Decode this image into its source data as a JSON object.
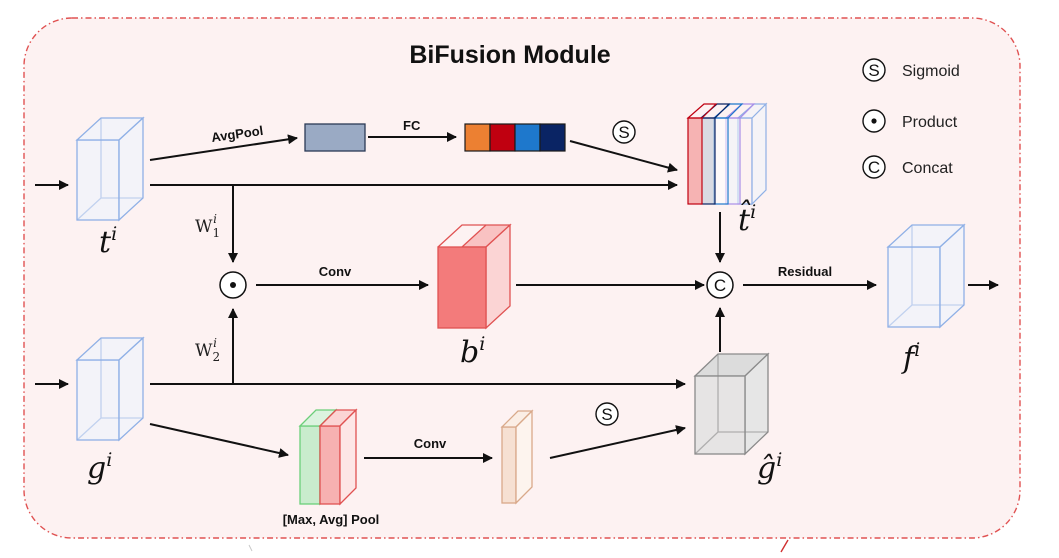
{
  "title": "BiFusion Module",
  "legend": [
    {
      "symbol": "S",
      "label": "Sigmoid",
      "icon": "sigmoid-icon"
    },
    {
      "symbol": "•",
      "label": "Product",
      "icon": "product-icon"
    },
    {
      "symbol": "C",
      "label": "Concat",
      "icon": "concat-icon"
    }
  ],
  "ops": {
    "avgpool": "AvgPool",
    "fc": "FC",
    "conv_top": "Conv",
    "conv_bottom": "Conv",
    "residual": "Residual",
    "maxavg_pool": "[Max, Avg] Pool"
  },
  "symbols": {
    "sigmoid": "S",
    "concat": "C",
    "product": "•"
  },
  "variables": {
    "t": {
      "base": "t",
      "sup": "i"
    },
    "g": {
      "base": "g",
      "sup": "i"
    },
    "b": {
      "base": "b",
      "sup": "i"
    },
    "f": {
      "base": "f",
      "sup": "i"
    },
    "t_hat": {
      "base": "t̂",
      "sup": "i"
    },
    "g_hat": {
      "base": "ĝ",
      "sup": "i"
    },
    "w1": {
      "base": "W",
      "sub": "1",
      "sup": "i"
    },
    "w2": {
      "base": "W",
      "sub": "2",
      "sup": "i"
    }
  },
  "colors": {
    "border": "#e05252",
    "panel": "#fdf2f2",
    "blue_cube": "#8fb0e6",
    "red_cube": "#e86a6a",
    "gray_cube": "#9a9a9a",
    "green": "#6ccf7a",
    "tan": "#d9a98a",
    "fc_vector": [
      "#ec8032",
      "#c00010",
      "#1e78cc",
      "#0a2464"
    ],
    "pooled_vector": "#9aaac4"
  }
}
